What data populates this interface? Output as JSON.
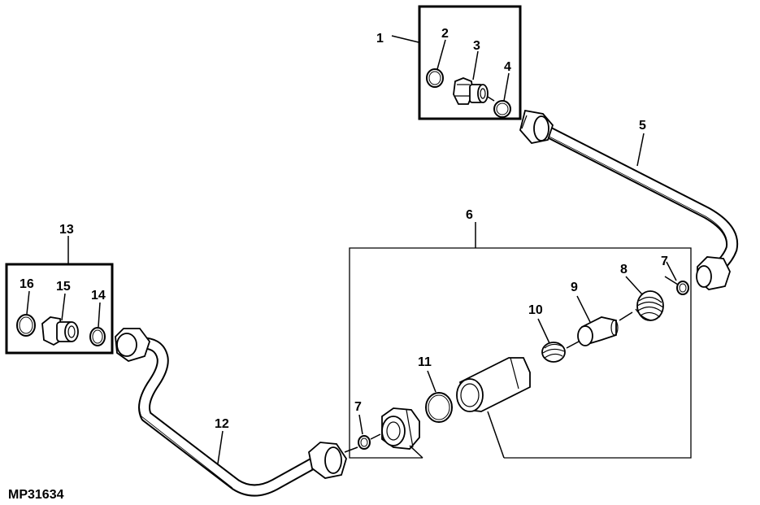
{
  "figure_id": "MP31634",
  "callouts": {
    "c1": "1",
    "c2": "2",
    "c3": "3",
    "c4": "4",
    "c5": "5",
    "c6": "6",
    "c7a": "7",
    "c7b": "7",
    "c8": "8",
    "c9": "9",
    "c10": "10",
    "c11": "11",
    "c12": "12",
    "c13": "13",
    "c14": "14",
    "c15": "15",
    "c16": "16"
  }
}
